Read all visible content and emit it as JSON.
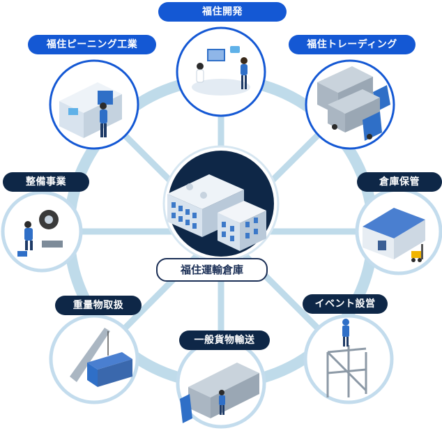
{
  "center": {
    "label": "福住運輸倉庫"
  },
  "nodes": [
    {
      "id": "development",
      "label": "福住開発",
      "style": "blue",
      "illustration": "office-workers-icon"
    },
    {
      "id": "trading",
      "label": "福住トレーディング",
      "style": "blue",
      "illustration": "trucks-icon"
    },
    {
      "id": "storage",
      "label": "倉庫保管",
      "style": "navy",
      "illustration": "warehouse-forklift-icon"
    },
    {
      "id": "event",
      "label": "イベント設営",
      "style": "navy",
      "illustration": "scaffold-worker-icon"
    },
    {
      "id": "freight",
      "label": "一般貨物輸送",
      "style": "navy",
      "illustration": "truck-driver-icon"
    },
    {
      "id": "heavy",
      "label": "重量物取扱",
      "style": "navy",
      "illustration": "crane-container-icon"
    },
    {
      "id": "maintenance",
      "label": "整備事業",
      "style": "navy",
      "illustration": "mechanic-wheel-icon"
    },
    {
      "id": "peening",
      "label": "福住ピーニング工業",
      "style": "blue",
      "illustration": "machine-operator-icon"
    }
  ],
  "colors": {
    "ring": "#bfdbea",
    "spoke": "#bfdbea",
    "center_fill": "#0e2747",
    "node_border": "#1458d4",
    "node_border_light": "#c3dced",
    "pill_blue": "#1458d4",
    "pill_navy": "#0e2747"
  }
}
